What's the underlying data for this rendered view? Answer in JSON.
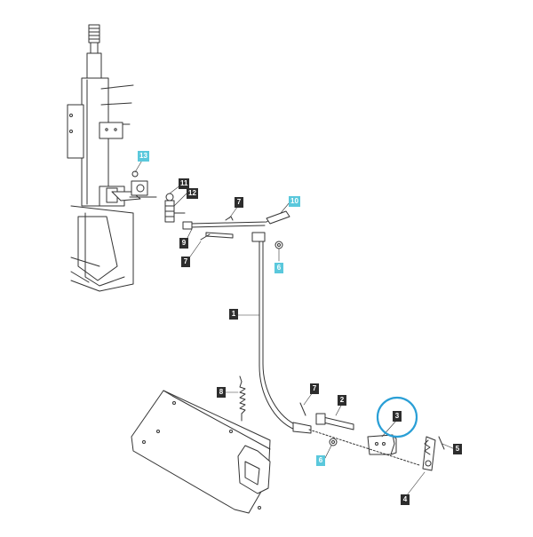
{
  "colors": {
    "line": "#333333",
    "callout_dark": "#2d2d2d",
    "callout_blue": "#5ac8dc",
    "highlight_ring": "#2a9fd6"
  },
  "callouts": [
    {
      "id": "c13",
      "label": "13",
      "style": "blue"
    },
    {
      "id": "c11",
      "label": "11",
      "style": "dark"
    },
    {
      "id": "c12",
      "label": "12",
      "style": "dark"
    },
    {
      "id": "c7a",
      "label": "7",
      "style": "dark"
    },
    {
      "id": "c10",
      "label": "10",
      "style": "blue"
    },
    {
      "id": "c9",
      "label": "9",
      "style": "dark"
    },
    {
      "id": "c7b",
      "label": "7",
      "style": "dark"
    },
    {
      "id": "c6a",
      "label": "6",
      "style": "blue"
    },
    {
      "id": "c1",
      "label": "1",
      "style": "dark"
    },
    {
      "id": "c8",
      "label": "8",
      "style": "dark"
    },
    {
      "id": "c7c",
      "label": "7",
      "style": "dark"
    },
    {
      "id": "c2",
      "label": "2",
      "style": "dark"
    },
    {
      "id": "c3",
      "label": "3",
      "style": "dark"
    },
    {
      "id": "c6b",
      "label": "6",
      "style": "blue"
    },
    {
      "id": "c5",
      "label": "5",
      "style": "dark"
    },
    {
      "id": "c4",
      "label": "4",
      "style": "dark"
    }
  ],
  "highlighted_part": "3"
}
